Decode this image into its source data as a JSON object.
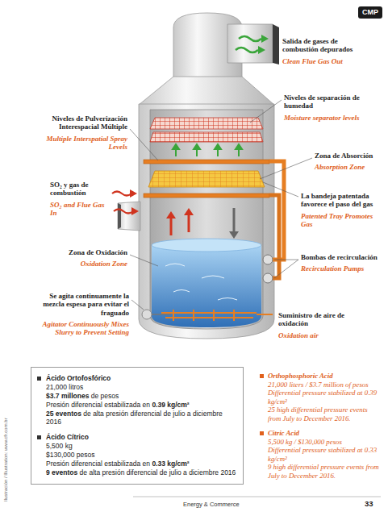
{
  "diagram": {
    "nodes": [
      {
        "text": [
          "CMP"
        ]
      },
      {
        "text": [
          "Ácido Ortofosfórico",
          "21,000 litros",
          "$3.7 millones",
          "de pesos",
          "Presión diferencial estabilizada en",
          "0.39 kg/cm²",
          "25 eventos",
          "de alta presión diferencial de julio a diciembre 2016",
          "Ácido Cítrico",
          "5,500 kg",
          "$130,000 pesos",
          "Presión diferencial estabilizada en",
          "0.33 kg/cm²",
          "9 eventos",
          "de alta presión diferencial de julio a diciembre 2016"
        ]
      }
    ],
    "labels": [
      "Salida de gases de combustión depurados",
      "Clean Flue Gas Out",
      "Niveles de separación de humedad",
      "Moisture separator levels",
      "Niveles de Pulverización Interespacial Múltiple",
      "Multiple Interspatial Spray Levels",
      "Zona de Absorción",
      "Absorption Zone",
      "SO₂ y gas de combustión",
      "SO₂ and Flue Gas In",
      "La bandeja patentada favorece el paso del gas",
      "Patented Tray Promotes Gas",
      "Zona de Oxidación",
      "Oxidation Zone",
      "Bombas de recirculación",
      "Recirculation Pumps",
      "Se agita continuamente la mezcla espesa para evitar el fraguado",
      "Agitator Continuously Mixes Slurry to Prevent Setting",
      "Suministro de aire de oxidación",
      "Oxidation air",
      "Orthophosphoric Acid",
      "21,000 liters / $3.7 million of pesos",
      "Differential pressure stabilized at 0.39 kg/cm²",
      "25 high differential pressure events from July to December 2016.",
      "Citric Acid",
      "5,500 kg / $130,000 pesos",
      "Differential pressure stabilized at 0.33 kg/cm²",
      "9 high differential pressure events from July to December 2016.",
      "Ilustración / Illustration: www.cfr.com.br",
      "Energy & Commerce",
      "33"
    ]
  }
}
